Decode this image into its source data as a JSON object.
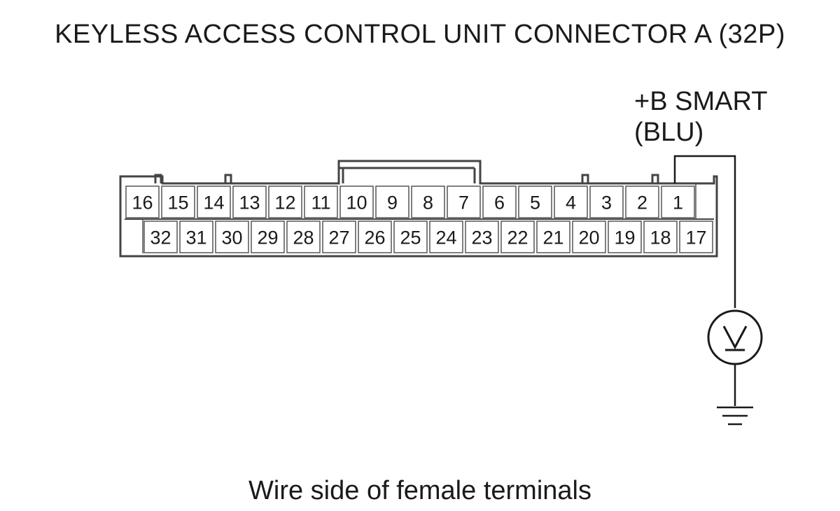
{
  "title": "KEYLESS ACCESS CONTROL UNIT CONNECTOR A (32P)",
  "caption": "Wire side of female terminals",
  "signal": {
    "name": "+B SMART",
    "wire_color": "(BLU)",
    "pin": "1"
  },
  "connector": {
    "top_row": [
      "16",
      "15",
      "14",
      "13",
      "12",
      "11",
      "10",
      "9",
      "8",
      "7",
      "6",
      "5",
      "4",
      "3",
      "2",
      "1"
    ],
    "bottom_row": [
      "32",
      "31",
      "30",
      "29",
      "28",
      "27",
      "26",
      "25",
      "24",
      "23",
      "22",
      "21",
      "20",
      "19",
      "18",
      "17"
    ]
  },
  "meter_symbol": "V",
  "icons": [
    "voltmeter-icon",
    "ground-icon"
  ]
}
